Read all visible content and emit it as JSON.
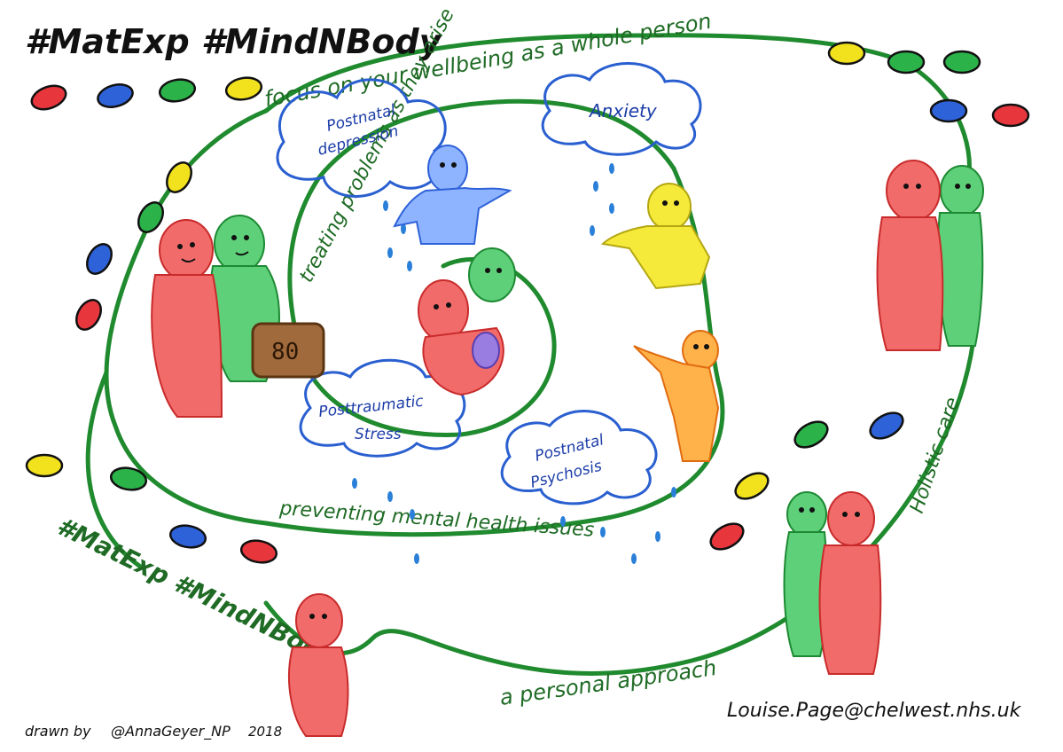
{
  "title": "#MatExp #MindNBody",
  "credit": {
    "drawn_by": "drawn by",
    "author": "@AnnaGeyer_NP",
    "year": "2018"
  },
  "contact_email": "Louise.Page@chelwest.nhs.uk",
  "spiral_phrases": {
    "outer": "focus on your wellbeing as a whole person",
    "inner": "treating problems as they arise",
    "preventing": "preventing mental health issues",
    "holistic": "Holistic care",
    "personal": "a personal approach",
    "hashtag": "#MatExp #MindNBody"
  },
  "clouds": {
    "postnatal_depression": [
      "Postnatal",
      "depression"
    ],
    "anxiety": "Anxiety",
    "ptsd": [
      "Posttraumatic",
      "Stress"
    ],
    "postnatal_psychosis": [
      "Postnatal",
      "Psychosis"
    ]
  },
  "briefcase_label": "80",
  "colors": {
    "spiral": "#1f8a2e",
    "cloud": "#2a5fd0",
    "text_dark": "#111111",
    "red": "#e8363d",
    "green": "#2bb34a",
    "blue": "#2e62d8",
    "yellow": "#f2e21e",
    "orange": "#f59a1c",
    "brown": "#8a4e1c"
  }
}
